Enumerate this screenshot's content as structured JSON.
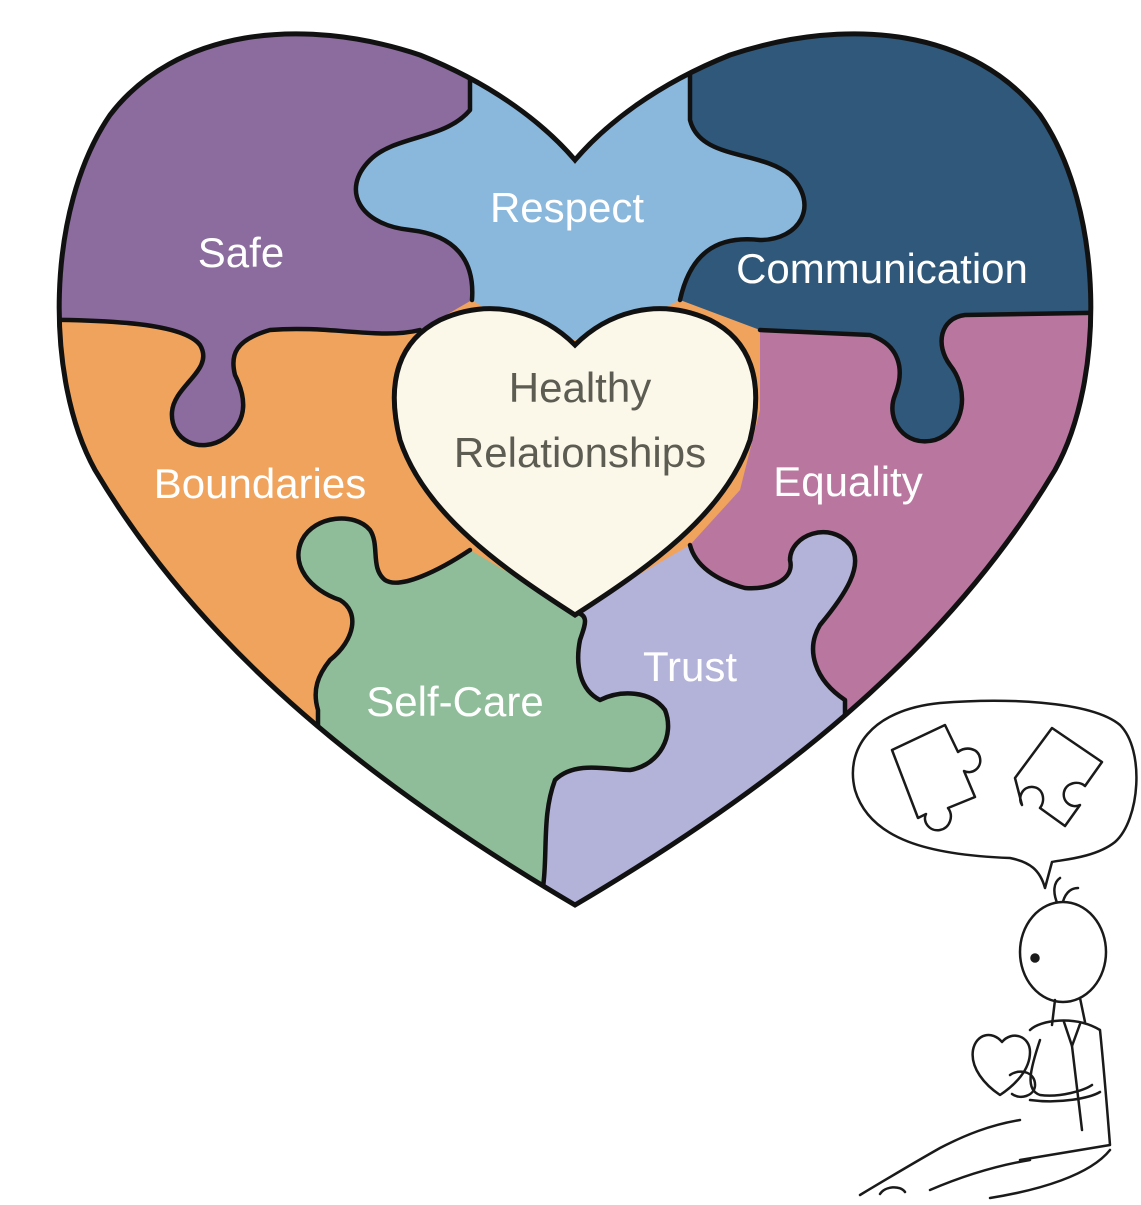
{
  "center": {
    "line1": "Healthy",
    "line2": "Relationships",
    "color": "#fbf7e9"
  },
  "pieces": {
    "safe": {
      "label": "Safe",
      "color": "#8c6b9e"
    },
    "respect": {
      "label": "Respect",
      "color": "#8ab8dc"
    },
    "communication": {
      "label": "Communication",
      "color": "#2f587a"
    },
    "boundaries": {
      "label": "Boundaries",
      "color": "#f0a35d"
    },
    "equality": {
      "label": "Equality",
      "color": "#b9779f"
    },
    "selfcare": {
      "label": "Self-Care",
      "color": "#8fbd99"
    },
    "trust": {
      "label": "Trust",
      "color": "#b3b2d9"
    }
  },
  "illustration": {
    "figure": "person-sitting-holding-heart-icon",
    "thought": "puzzle-pieces-thought-bubble-icon"
  }
}
